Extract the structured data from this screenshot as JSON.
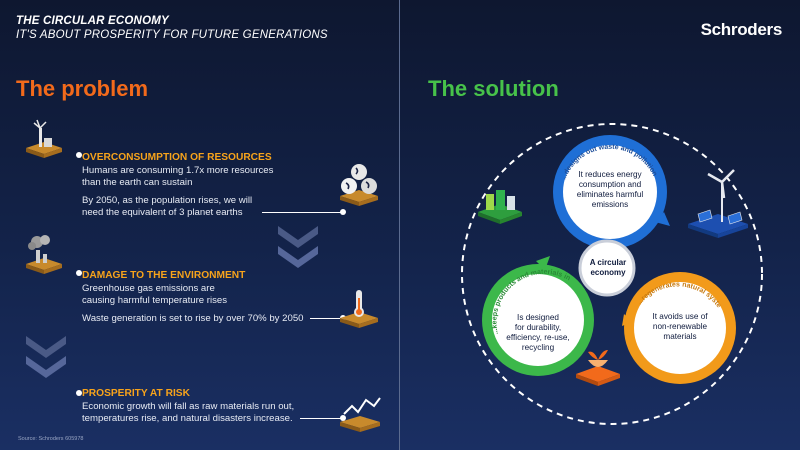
{
  "header": {
    "title": "THE CIRCULAR ECONOMY",
    "subtitle": "IT'S ABOUT PROSPERITY FOR FUTURE GENERATIONS",
    "brand": "Schroders"
  },
  "problem": {
    "heading": "The problem",
    "sections": [
      {
        "title": "OVERCONSUMPTION OF RESOURCES",
        "line1": "Humans are consuming 1.7x more resources",
        "line2": "than the earth can sustain",
        "line3": "By 2050, as the population rises, we will",
        "line4": "need the equivalent of 3 planet earths"
      },
      {
        "title": "DAMAGE TO THE ENVIRONMENT",
        "line1": "Greenhouse gas emissions are",
        "line2": "causing harmful temperature rises",
        "line3": "Waste generation is set to rise by over 70% by 2050"
      },
      {
        "title": "PROSPERITY AT RISK",
        "line1": "Economic growth will fall as raw materials run out,",
        "line2": "temperatures rise, and natural disasters increase."
      }
    ],
    "icons": [
      "factory-icon",
      "globes-icon",
      "pollution-icon",
      "thermometer-icon",
      "cracked-ground-icon",
      "declining-chart-icon"
    ]
  },
  "solution": {
    "heading": "The solution",
    "center_line1": "A circular",
    "center_line2": "economy",
    "blue": {
      "arc_label": "...designs out waste and pollution",
      "l1": "It reduces energy",
      "l2": "consumption and",
      "l3": "eliminates harmful",
      "l4": "emissions"
    },
    "green": {
      "arc_label": "...keeps products and materials in use",
      "l1": "Is designed",
      "l2": "for durability,",
      "l3": "efficiency, re-use,",
      "l4": "recycling"
    },
    "orange": {
      "arc_label": "...regenerates natural systems",
      "l1": "It avoids use of",
      "l2": "non-renewable",
      "l3": "materials"
    },
    "colors": {
      "blue": "#1f6fd6",
      "green": "#3cb84a",
      "orange": "#f29a1a",
      "heading": "#47c24a",
      "problem": "#f26a1b",
      "accent": "#f7a31b"
    },
    "icons": [
      "recycling-bins-icon",
      "wind-solar-icon",
      "sprout-pot-icon"
    ]
  },
  "source": "Source: Schroders 605978"
}
